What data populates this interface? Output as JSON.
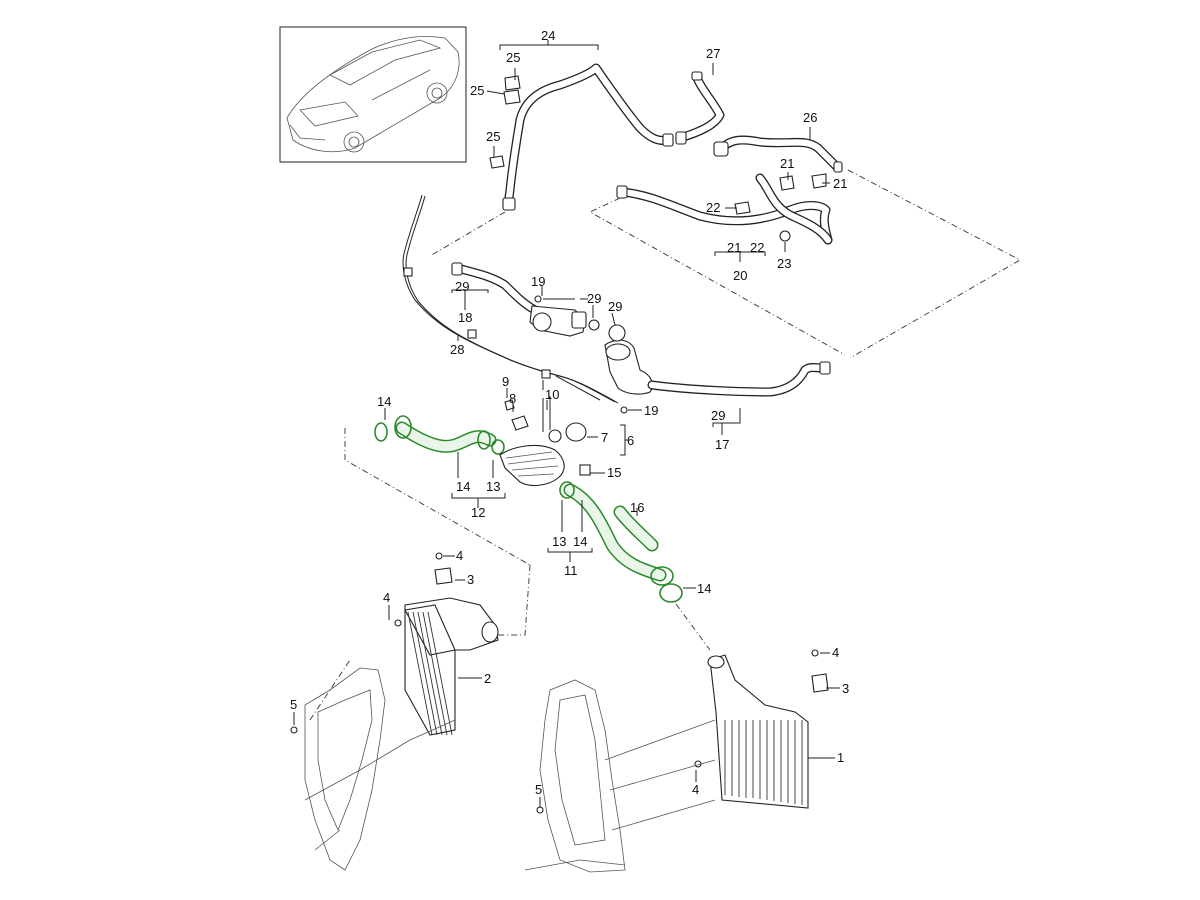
{
  "labels": {
    "l1": "1",
    "l2": "2",
    "l3a": "3",
    "l3b": "3",
    "l4a": "4",
    "l4b": "4",
    "l4c": "4",
    "l4d": "4",
    "l5a": "5",
    "l5b": "5",
    "l6": "6",
    "l7": "7",
    "l8": "8",
    "l9": "9",
    "l10": "10",
    "l11": "11",
    "l12": "12",
    "l13a": "13",
    "l13b": "13",
    "l14a": "14",
    "l14b": "14",
    "l14c": "14",
    "l14d": "14",
    "l15": "15",
    "l16": "16",
    "l17": "17",
    "l18": "18",
    "l19a": "19",
    "l19b": "19",
    "l20": "20",
    "l21a": "21",
    "l21b": "21",
    "l21c": "21",
    "l22a": "22",
    "l22b": "22",
    "l23": "23",
    "l24": "24",
    "l25a": "25",
    "l25b": "25",
    "l25c": "25",
    "l26": "26",
    "l27": "27",
    "l28": "28",
    "l29a": "29",
    "l29b": "29",
    "l29c": "29",
    "l29d": "29"
  },
  "colors": {
    "highlight": "#2c8a2c",
    "line": "#222222",
    "background": "#ffffff"
  }
}
